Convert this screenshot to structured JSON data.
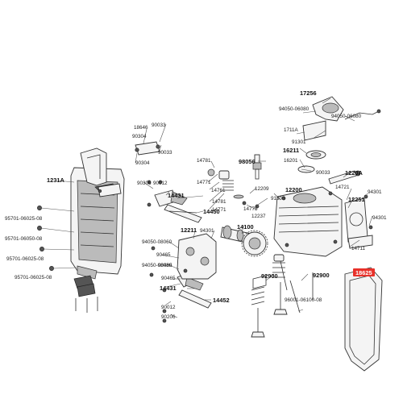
{
  "labels": {
    "p17256": "17256",
    "p94050_06080a": "94050-06080",
    "p94050_06080b": "94050-06080",
    "p1711A": "1711A",
    "p91301": "91301",
    "p18646": "18646",
    "p90033a": "90033",
    "p90304a": "90304",
    "p90304b": "90304",
    "p90033b": "90033",
    "p16211": "16211",
    "p16201": "16201",
    "p90033c": "90033",
    "p1220A": "1220A",
    "p98056": "98056",
    "p14781a": "14781",
    "p14771a": "14771",
    "p1231A": "1231A",
    "p90306": "90306",
    "p90012a": "90012",
    "p14431a": "14431",
    "p14761": "14761",
    "p14781b": "14781",
    "p14771b": "14771",
    "p12209": "12209",
    "p14775": "14775",
    "p91305": "91305",
    "p12237": "12237",
    "p12200": "12200",
    "p14721": "14721",
    "p12251": "12251",
    "p94301a": "94301",
    "p14450": "14450",
    "p14100": "14100",
    "p12211": "12211",
    "p94301b": "94301",
    "p94301c": "94301",
    "p95701_06025_08a": "95701-06025-08",
    "p95701_06050_08": "95701-06050-08",
    "p95701_06025_08b": "95701-06025-08",
    "p95701_06025_08c": "95701-06025-08",
    "p94050_08060": "94050-08060",
    "p90465a": "90465",
    "p90465b": "90465",
    "p94050_08080": "94050-08080",
    "p90465c": "90465",
    "p14711": "14711",
    "p92900a": "92900",
    "p92900b": "92900",
    "p14431b": "14431",
    "p14452": "14452",
    "p90012b": "90012",
    "p90206": "90206",
    "p96001_06100_08": "96001-06100-08",
    "p18625": "18625"
  },
  "highlight": {
    "part": "18625",
    "color": "#e8312a"
  }
}
